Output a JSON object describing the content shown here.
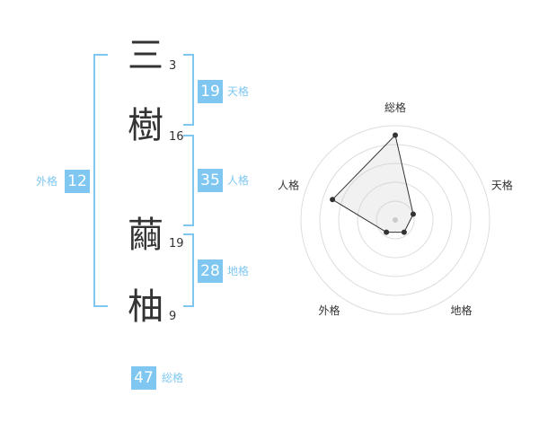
{
  "name": {
    "chars": [
      {
        "char": "三",
        "strokes": "3"
      },
      {
        "char": "樹",
        "strokes": "16"
      },
      {
        "char": "繭",
        "strokes": "19"
      },
      {
        "char": "柚",
        "strokes": "9"
      }
    ]
  },
  "fortunes": {
    "ten": {
      "value": "19",
      "label": "天格"
    },
    "jin": {
      "value": "35",
      "label": "人格"
    },
    "chi": {
      "value": "28",
      "label": "地格"
    },
    "gai": {
      "value": "12",
      "label": "外格"
    },
    "so": {
      "value": "47",
      "label": "総格"
    }
  },
  "accent_color": "#7fc7f1",
  "chart_data": {
    "type": "radar",
    "axes": [
      "総格",
      "天格",
      "地格",
      "外格",
      "人格"
    ],
    "max": 5,
    "rings": 5,
    "values": [
      4.5,
      1.0,
      0.8,
      0.8,
      3.5
    ]
  }
}
